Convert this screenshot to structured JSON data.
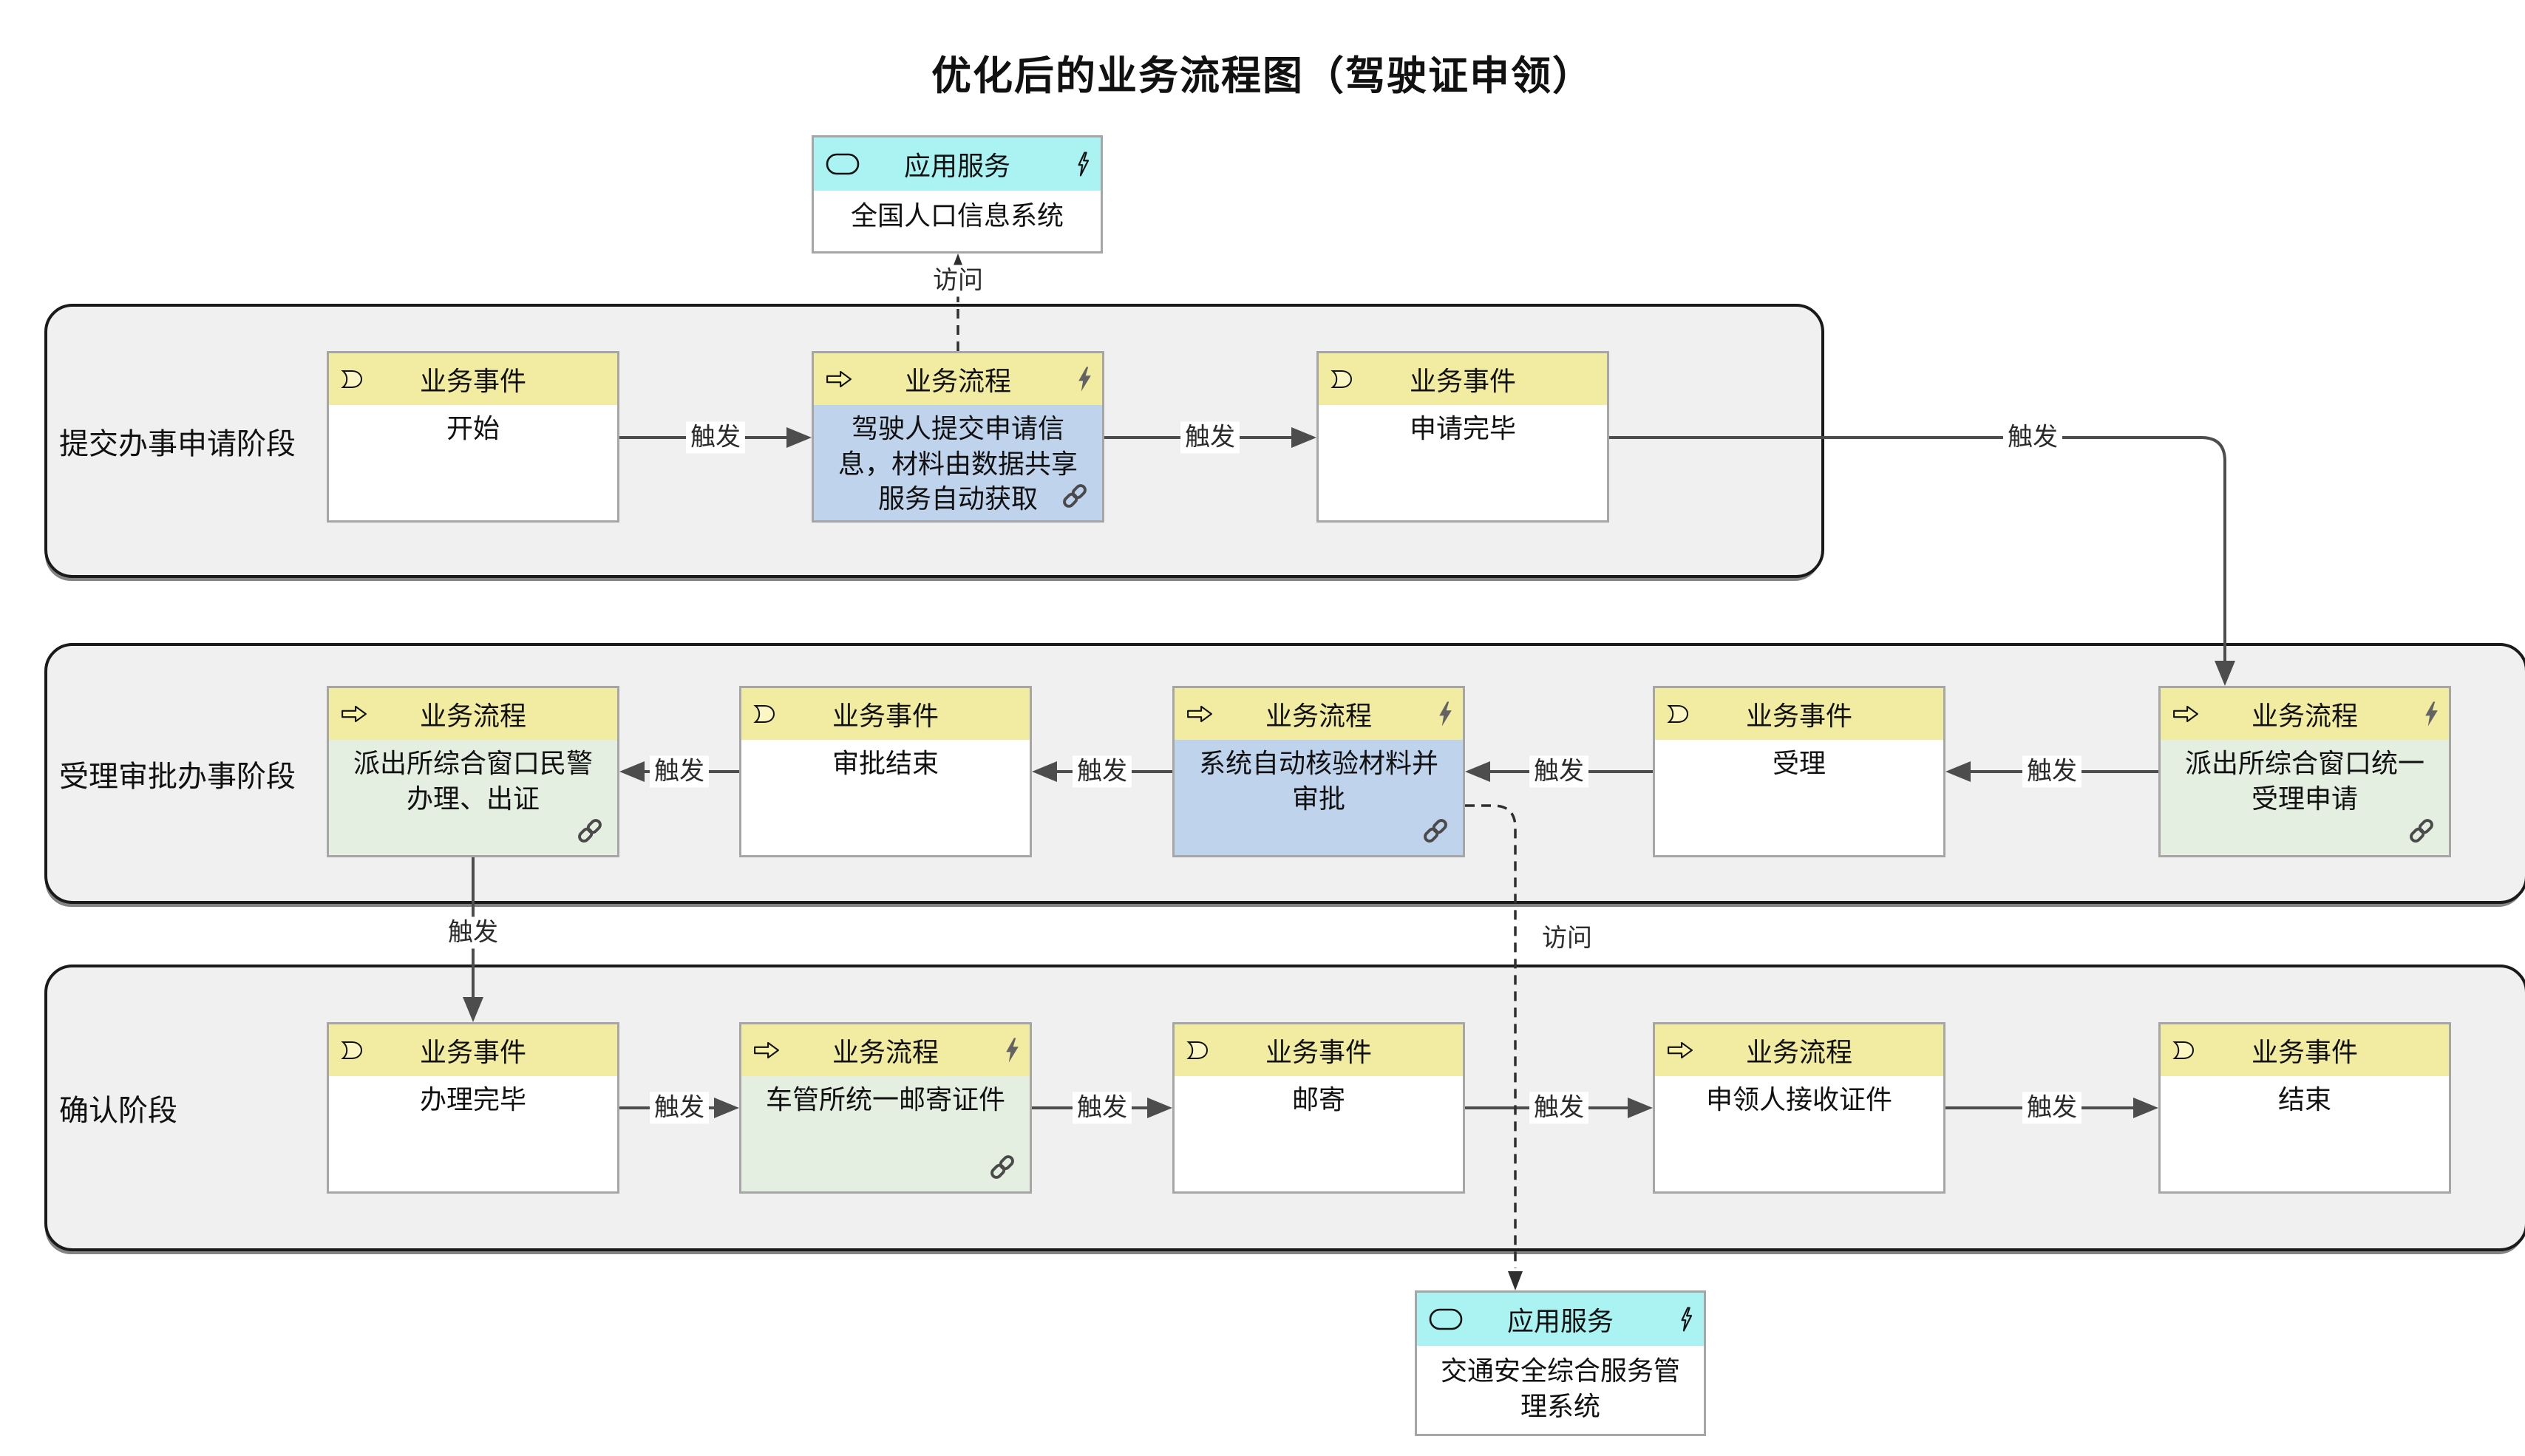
{
  "title": "优化后的业务流程图（驾驶证申领）",
  "types": {
    "event": "业务事件",
    "process": "业务流程",
    "app_service": "应用服务"
  },
  "edge_labels": {
    "trigger": "触发",
    "access": "访问"
  },
  "lanes": [
    {
      "label": "提交办事申请阶段"
    },
    {
      "label": "受理审批办事阶段"
    },
    {
      "label": "确认阶段"
    }
  ],
  "services": {
    "national_population_system": {
      "name": "全国人口信息系统"
    },
    "traffic_safety_system": {
      "name": "交通安全综合服务管理系统"
    }
  },
  "nodes": {
    "start": {
      "label": "开始"
    },
    "submit": {
      "label": "驾驶人提交申请信息，材料由数据共享服务自动获取"
    },
    "submit_done": {
      "label": "申请完毕"
    },
    "unified_accept": {
      "label": "派出所综合窗口统一受理申请"
    },
    "accept": {
      "label": "受理"
    },
    "auto_verify": {
      "label": "系统自动核验材料并审批"
    },
    "approve_done": {
      "label": "审批结束"
    },
    "police_issue": {
      "label": "派出所综合窗口民警办理、出证"
    },
    "handle_done": {
      "label": "办理完毕"
    },
    "mail_cert": {
      "label": "车管所统一邮寄证件"
    },
    "mail": {
      "label": "邮寄"
    },
    "receive_cert": {
      "label": "申领人接收证件"
    },
    "end": {
      "label": "结束"
    }
  },
  "colors": {
    "lane_fill": "#f0f0f0",
    "header_yellow": "#f2eca2",
    "header_cyan": "#abf2f2",
    "body_blue": "#bfd3ec",
    "body_green": "#e5efe1",
    "arrow": "#4d4d4d",
    "box_border": "#a6a6a6"
  }
}
